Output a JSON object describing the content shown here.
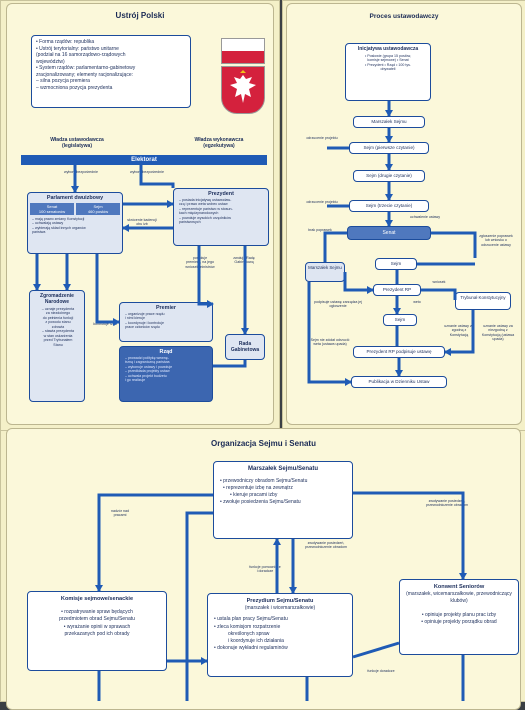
{
  "ustroj": {
    "title": "Ustrój Polski",
    "info": [
      "• Forma rządów: republika",
      "• Ustrój terytorialny: państwo unitarne",
      "(podział na 16 samorządowo-rządowych",
      "województw)",
      "• System rządów: parlamentarno-gabinetowy",
      "zracjonalizowany; elementy racjonalizujące:",
      "– silna pozycja premiera",
      "– wzmocniona pozycja prezydenta"
    ],
    "leg_header": "Władza ustawodawcza",
    "leg_sub": "(legislatywa)",
    "exe_header": "Władza wykonawcza",
    "exe_sub": "(egzekutywa)",
    "elektorat": "Elektorat",
    "wybory1": "wybory bezpośrednie",
    "wybory2": "wybory bezpośrednie",
    "parlament_title": "Parlament dwuizbowy",
    "senat": "Senat",
    "senat_n": "100 senatorów",
    "sejm": "Sejm",
    "sejm_n": "460 posłów",
    "parlament_items": [
      "– mają prawo zmiany Konstytucji",
      "– uchwalają ustawy",
      "– wybierają skład innych organów",
      "państwa"
    ],
    "skrocenie": "skrócenie kadencji obu izb",
    "prezydent_title": "Prezydent",
    "prezydent_items": [
      "– posiada inicjatywę ustawodaw-",
      "czą i prawo weta wobec ustaw",
      "– reprezentuje państwo w stosun-",
      "kach międzynarodowych",
      "– powołuje wysokich urzędników",
      "państwowych"
    ],
    "powoluje": "powołuje premiera, na jego wniosek ministrów",
    "zwoluje": "zwołuje Radę Gabinetową",
    "zgromadzenie_title": "Zgromadzenie Narodowe",
    "zgromadzenie_items": [
      "– uznaje prezydenta",
      "za niezdolnego",
      "do pełnienia funkcji",
      "z powodu stanu",
      "zdrowia",
      "– stawia prezydenta",
      "w stan oskarżenia",
      "przed Trybunałem",
      "Stanu"
    ],
    "kontroluje": "kontroluje rząd",
    "premier_title": "Premier",
    "premier_items": [
      "– organizuje prace rządu",
      "i nimi kieruje",
      "– koordynuje i kontroluje",
      "prace członków rządu"
    ],
    "rzad_title": "Rząd",
    "rzad_items": [
      "– prowadzi politykę wewnę-",
      "trzną i zagraniczną państwa",
      "– wykonuje ustawy i powołuje",
      "– przedkłada projekty ustaw",
      "– uchwala projekt budżetu",
      "i go realizuje"
    ],
    "rada_title": "Rada Gabinetowa"
  },
  "proces": {
    "title": "Proces ustawodawczy",
    "inicjatywa_title": "Inicjatywa ustawodawcza",
    "inicjatywa_items": [
      "• Posłowie (grupa 15 posłów,",
      "komisje sejmowe) • Senat",
      "• Prezydent • Rząd • 100 tys.",
      "obywateli"
    ],
    "marszalek": "Marszałek Sejmu",
    "sejm1": "Sejm (pierwsze czytanie)",
    "sejm2": "Sejm (drugie czytanie)",
    "sejm3": "Sejm (trzecie czytanie)",
    "odrzucenie1": "odrzucenie projektu",
    "odrzucenie2": "odrzucenie projektu",
    "uchwalenie": "uchwalenie ustawy",
    "senat": "Senat",
    "brak_poprawek": "brak poprawek",
    "zgloszenie": "zgłoszenie poprawek lub wniosku o odrzucenie ustawy",
    "marszalek_senatu": "Marszałek Sejmu",
    "sejm_b": "Sejm",
    "prezydent_rp": "Prezydent RP",
    "wniosek": "wniosek",
    "podpisuje_ustawe": "podpisuje ustawę zarządza jej ogłoszenie",
    "weto": "weto",
    "trybunal": "Trybunał Konstytucyjny",
    "sejm_c": "Sejm",
    "sejm_nie_zdolal": "Sejm nie zdołał odrzucić weta (ustawa upada)",
    "uznanie_zgodnej": "uznanie ustawy za zgodną z Konstytucją",
    "uznanie_niezgodnej": "uznanie ustawy za niezgodną z Konstytucją (ustawa upada)",
    "prezydent_podpisuje": "Prezydent RP podpisuje ustawę",
    "publikacja": "Publikacja w Dzienniku Ustaw"
  },
  "organizacja": {
    "title": "Organizacja Sejmu i Senatu",
    "marszalek_title": "Marszałek Sejmu/Senatu",
    "marszalek_items": [
      "• przewodniczy obradom Sejmu/Senatu",
      "• reprezentuje izbę na zewnątrz",
      "• kieruje pracami izby",
      "• zwołuje posiedzenia Sejmu/Senatu"
    ],
    "nadzor": "nadzór nad pracami",
    "zwolywanie1": "zwoływanie posiedzeń, przewodniczenie obradom",
    "zwolywanie2": "zwoływanie posiedzeń, przewodniczenie obradom",
    "funkcje1": "funkcje pomocnicze i doradcze",
    "funkcje2": "funkcje doradcze",
    "komisje_title": "Komisje sejmowe/senackie",
    "komisje_items": [
      "• rozpatrywanie spraw będących",
      "przedmiotem obrad Sejmu/Senatu",
      "• wyrażanie opinii w sprawach",
      "przekazanych pod ich obrady"
    ],
    "prezydium_title": "Prezydium Sejmu/Senatu",
    "prezydium_sub": "(marszałek i wicemarszałkowie)",
    "prezydium_items": [
      "• ustala plan pracy Sejmu/Senatu",
      "• zleca komisjom rozpatrzenie",
      "określonych spraw",
      "i koordynuje ich działania",
      "• dokonuje wykładni regulaminów"
    ],
    "konwent_title": "Konwent Seniorów",
    "konwent_sub": "(marszałek, wicemarszałkowie, przewodniczący klubów)",
    "konwent_items": [
      "• opiniuje projekty planu prac izby",
      "• opiniuje projekty porządku obrad"
    ]
  },
  "colors": {
    "panel": "#fbf8da",
    "blue": "#1f5bb5",
    "navy": "#1b2d5a"
  }
}
